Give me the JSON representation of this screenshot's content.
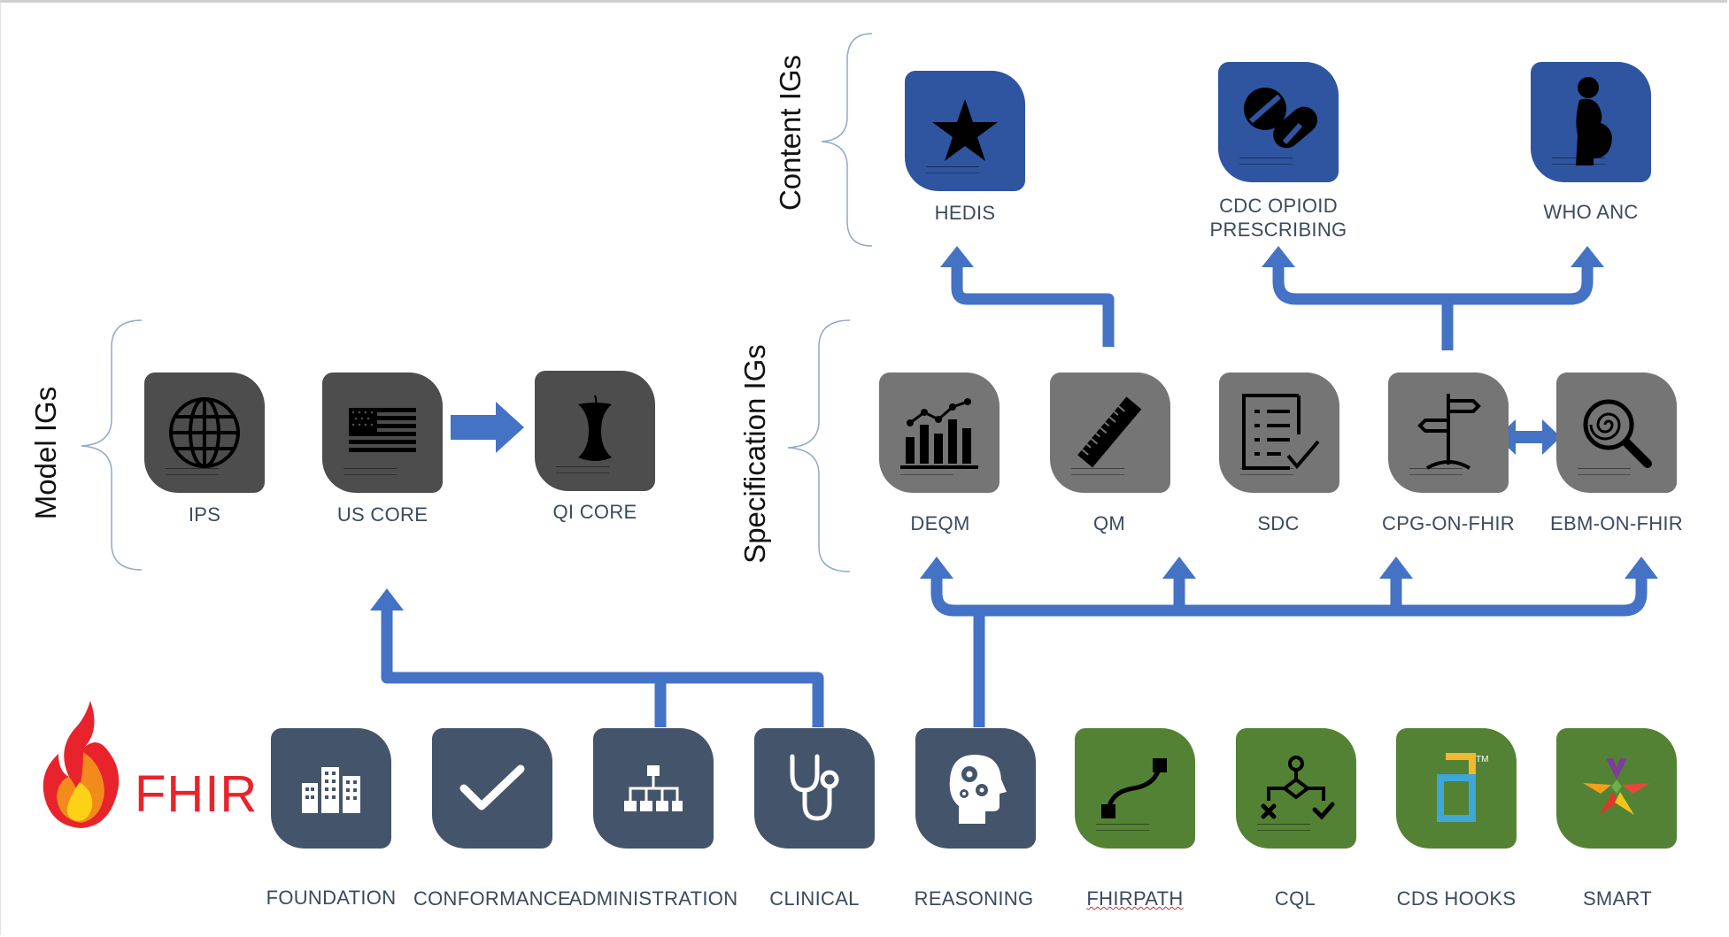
{
  "section_titles": {
    "model": "Model IGs",
    "specification": "Specification IGs",
    "content": "Content IGs"
  },
  "brand": {
    "logo_text": "FHIR"
  },
  "colors": {
    "connector_blue": "#4472c4",
    "tile_dark": "#44546a",
    "tile_green": "#548235",
    "tile_gray": "#757575",
    "tile_blue": "#2f55a0",
    "label_text": "#3b4a5e"
  },
  "content_igs": [
    {
      "label": "HEDIS",
      "icon": "star-icon"
    },
    {
      "label_line1": "CDC OPIOID",
      "label_line2": "PRESCRIBING",
      "icon": "pills-icon"
    },
    {
      "label": "WHO ANC",
      "icon": "pregnant-woman-icon"
    }
  ],
  "specification_igs": [
    {
      "label": "DEQM",
      "icon": "bar-chart-icon"
    },
    {
      "label": "QM",
      "icon": "ruler-icon"
    },
    {
      "label": "SDC",
      "icon": "checklist-icon"
    },
    {
      "label": "CPG-ON-FHIR",
      "icon": "signpost-icon"
    },
    {
      "label": "EBM-ON-FHIR",
      "icon": "magnifier-icon"
    }
  ],
  "model_igs": [
    {
      "label": "IPS",
      "icon": "globe-icon"
    },
    {
      "label": "US CORE",
      "icon": "us-flag-icon"
    },
    {
      "label": "QI CORE",
      "icon": "apple-core-icon"
    }
  ],
  "base_layers": [
    {
      "label": "FOUNDATION",
      "icon": "buildings-icon"
    },
    {
      "label": "CONFORMANCE",
      "icon": "checkmark-icon"
    },
    {
      "label": "ADMINISTRATION",
      "icon": "org-chart-icon"
    },
    {
      "label": "CLINICAL",
      "icon": "stethoscope-icon"
    },
    {
      "label": "REASONING",
      "icon": "brain-gears-icon"
    },
    {
      "label": "FHIRPATH",
      "icon": "path-icon"
    },
    {
      "label": "CQL",
      "icon": "decision-icon"
    },
    {
      "label": "CDS HOOKS",
      "icon": "cds-hooks-icon"
    },
    {
      "label": "SMART",
      "icon": "smart-logo-icon"
    }
  ]
}
